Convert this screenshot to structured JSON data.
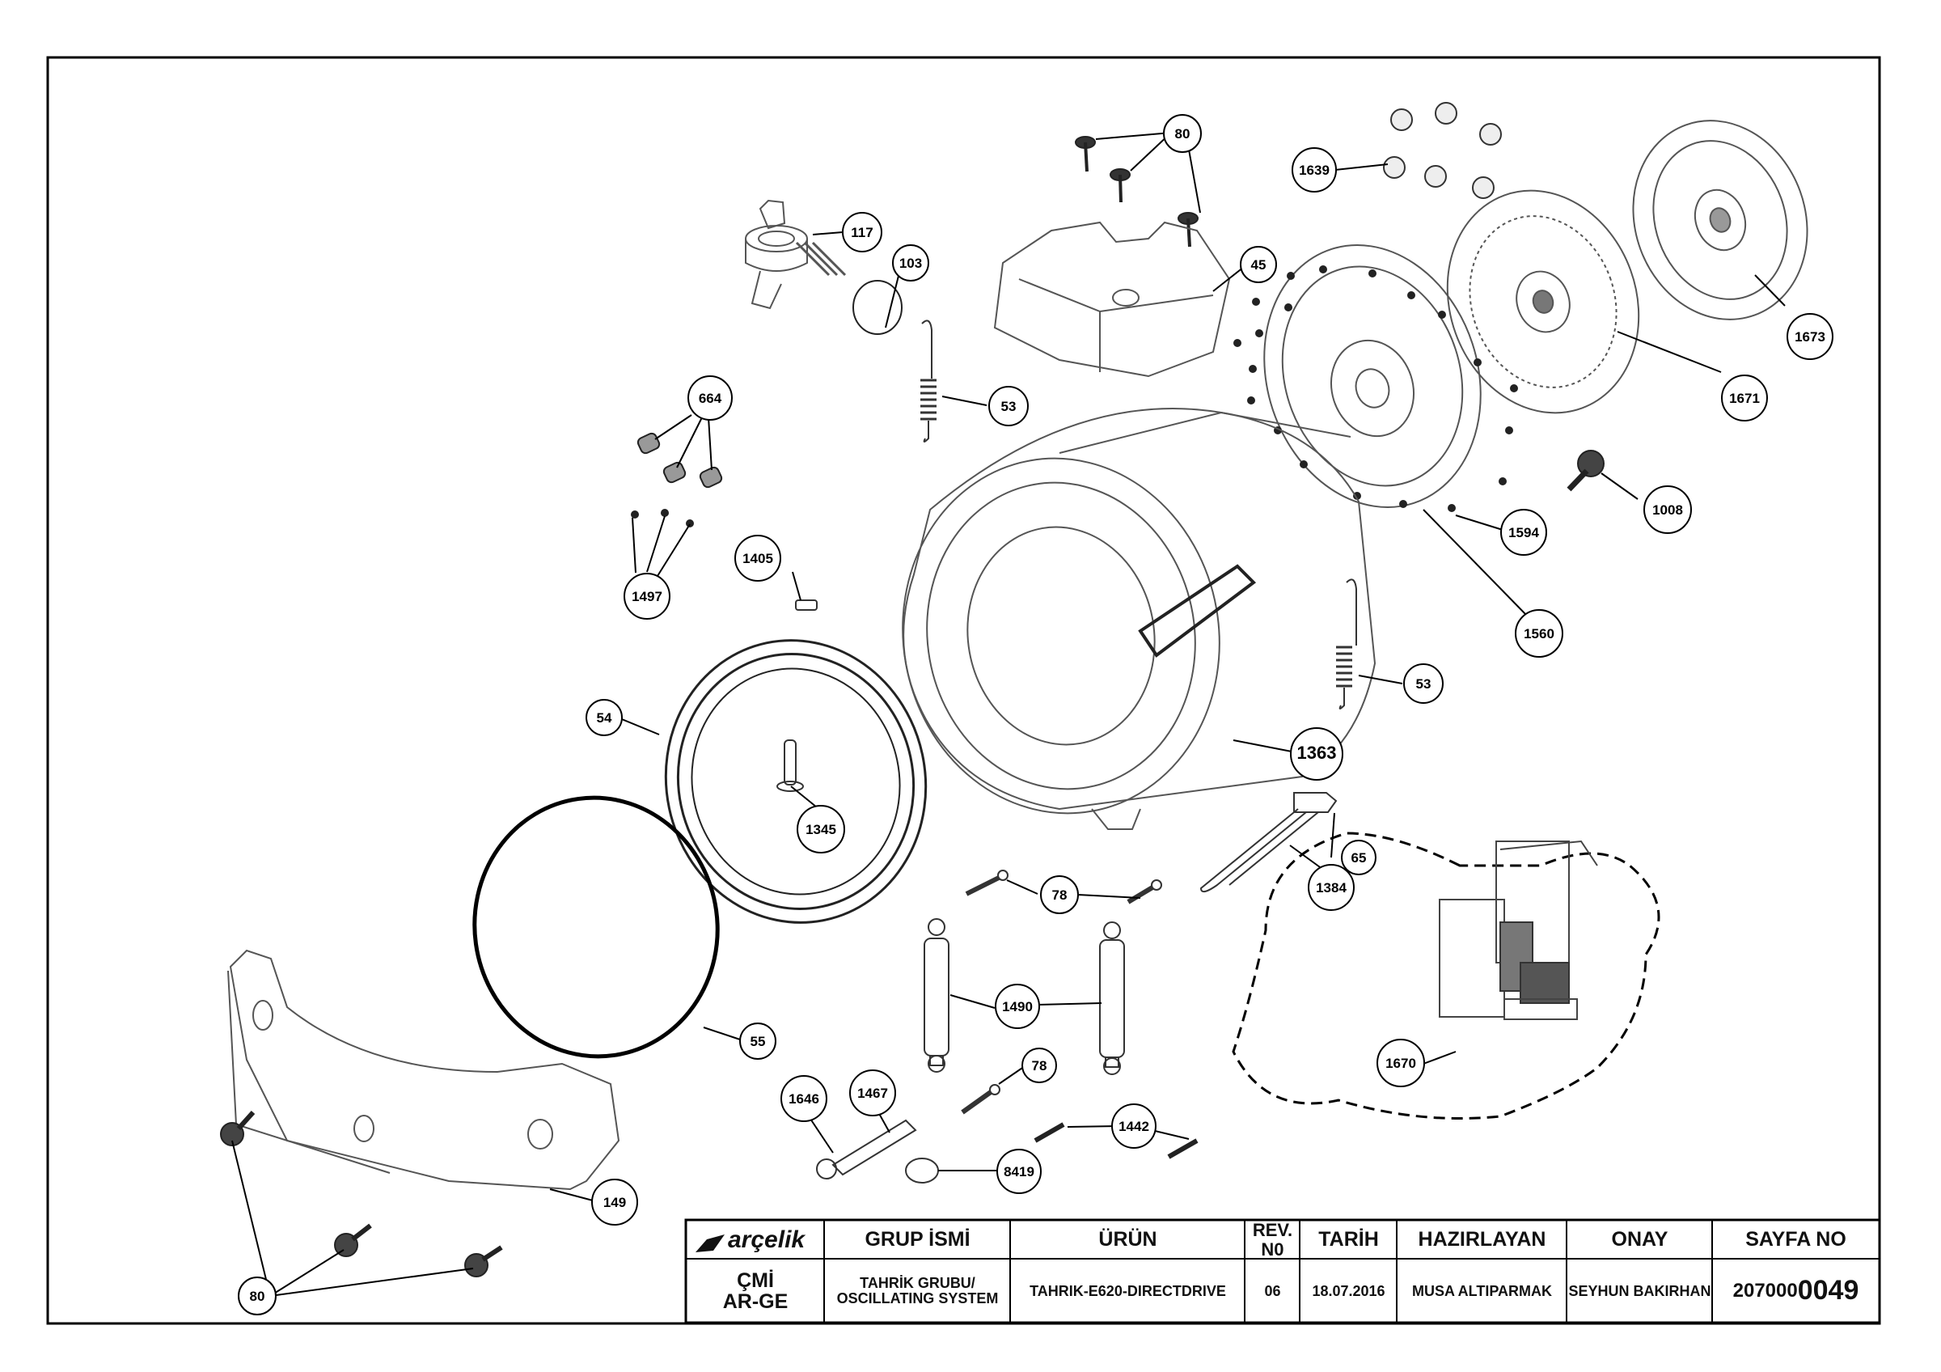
{
  "colors": {
    "line": "#000000",
    "part": "#555555",
    "paper": "#ffffff"
  },
  "callouts": [
    {
      "id": "c80a",
      "label": "80"
    },
    {
      "id": "c117",
      "label": "117"
    },
    {
      "id": "c103",
      "label": "103"
    },
    {
      "id": "c45",
      "label": "45"
    },
    {
      "id": "c1639",
      "label": "1639"
    },
    {
      "id": "c1673",
      "label": "1673"
    },
    {
      "id": "c1671",
      "label": "1671"
    },
    {
      "id": "c664",
      "label": "664"
    },
    {
      "id": "c53a",
      "label": "53"
    },
    {
      "id": "c1008",
      "label": "1008"
    },
    {
      "id": "c1594",
      "label": "1594"
    },
    {
      "id": "c1405",
      "label": "1405"
    },
    {
      "id": "c1497",
      "label": "1497"
    },
    {
      "id": "c1560",
      "label": "1560"
    },
    {
      "id": "c53b",
      "label": "53"
    },
    {
      "id": "c54",
      "label": "54"
    },
    {
      "id": "c1363",
      "label": "1363"
    },
    {
      "id": "c1345",
      "label": "1345"
    },
    {
      "id": "c65",
      "label": "65"
    },
    {
      "id": "c1384",
      "label": "1384"
    },
    {
      "id": "c78a",
      "label": "78"
    },
    {
      "id": "c1490",
      "label": "1490"
    },
    {
      "id": "c55",
      "label": "55"
    },
    {
      "id": "c1670",
      "label": "1670"
    },
    {
      "id": "c78b",
      "label": "78"
    },
    {
      "id": "c1646",
      "label": "1646"
    },
    {
      "id": "c1467",
      "label": "1467"
    },
    {
      "id": "c1442",
      "label": "1442"
    },
    {
      "id": "c8419",
      "label": "8419"
    },
    {
      "id": "c149",
      "label": "149"
    },
    {
      "id": "c80b",
      "label": "80"
    }
  ],
  "title_block": {
    "logo_text": "arçelik",
    "dept": "ÇMİ\nAR-GE",
    "headers": {
      "group": "GRUP İSMİ",
      "product": "ÜRÜN",
      "rev": "REV.\nN0",
      "date": "TARİH",
      "prepared": "HAZIRLAYAN",
      "approval": "ONAY",
      "page": "SAYFA NO"
    },
    "values": {
      "group": "TAHRİK GRUBU/\nOSCILLATING SYSTEM",
      "product": "TAHRIK-E620-DIRECTDRIVE",
      "rev": "06",
      "date": "18.07.2016",
      "prepared": "MUSA ALTIPARMAK",
      "approval": "SEYHUN BAKIRHAN",
      "page_prefix": "207000",
      "page_suffix": "0049"
    }
  }
}
